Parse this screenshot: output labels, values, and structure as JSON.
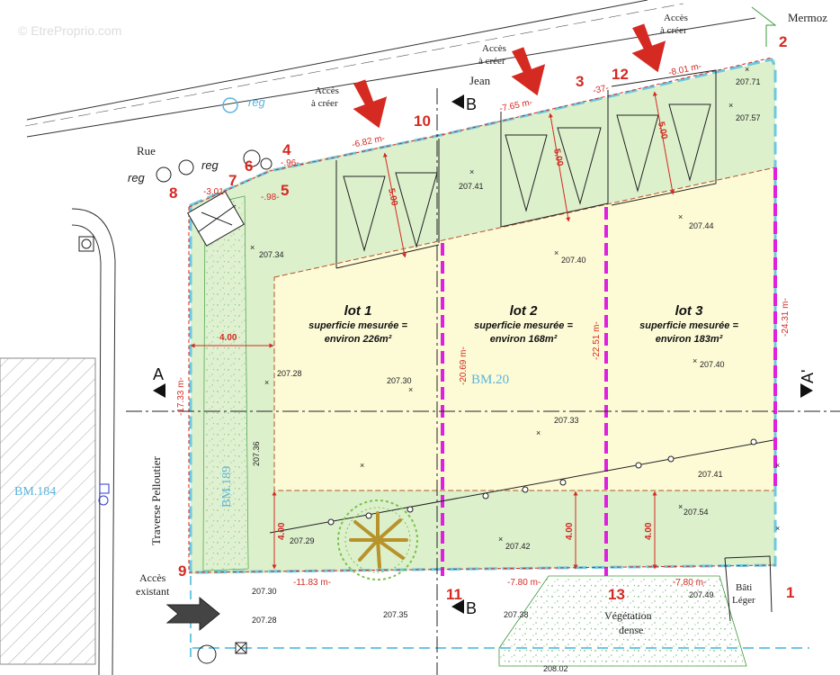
{
  "watermark": "© EtreProprio.com",
  "streets": {
    "rue": "Rue",
    "jean": "Jean",
    "mermoz": "Mermoz",
    "traverse": "Traverse Pelloutier"
  },
  "parcels": {
    "bm184": "BM.184",
    "bm189": "BM.189",
    "bm20": "BM.20"
  },
  "access_label": "Accès à créer",
  "access_lines": [
    "Accès",
    "à créer"
  ],
  "existing_access": [
    "Accès",
    "existant"
  ],
  "vegetation": [
    "Végétation",
    "dense"
  ],
  "bati": [
    "Bâti",
    "Léger"
  ],
  "reg": "reg",
  "section": {
    "A": "A",
    "A_prime": "A'",
    "B": "B"
  },
  "lots": [
    {
      "name": "lot 1",
      "line1": "superficie mesurée =",
      "line2": "environ 226m²"
    },
    {
      "name": "lot 2",
      "line1": "superficie mesurée =",
      "line2": "environ 168m²"
    },
    {
      "name": "lot 3",
      "line1": "superficie mesurée =",
      "line2": "environ 183m²"
    }
  ],
  "point_numbers": [
    "1",
    "2",
    "3",
    "4",
    "5",
    "6",
    "7",
    "8",
    "9",
    "10",
    "11",
    "12",
    "13"
  ],
  "dimensions": {
    "top_1": "-6.82 m-",
    "top_2": "-7.65 m-",
    "top_3": "-8.01 m-",
    "top_37": "-37-",
    "bot_1": "-11.83 m-",
    "bot_2": "-7.80 m-",
    "bot_3": "-7.80 m-",
    "left": "-17.33 m-",
    "side_1": "-20.69 m-",
    "side_2": "-22.51 m-",
    "side_3": "-24.31 m-",
    "d96": "-.96-",
    "d98": "-.98-",
    "d301": "-3.01-",
    "setback_4": "4.00",
    "setback_5": "5.00"
  },
  "elevations": [
    "207.71",
    "207.57",
    "207.41",
    "207.44",
    "207.40",
    "207.34",
    "207.28",
    "207.30",
    "207.36",
    "207.33",
    "207.40",
    "207.41",
    "207.54",
    "207.29",
    "207.42",
    "207.30",
    "207.28",
    "207.35",
    "207.38",
    "207.49",
    "208.02"
  ],
  "colors": {
    "red": "#d42a22",
    "green_fill": "#dcf0cc",
    "yellow_fill": "#fdfbd6",
    "cyan": "#6dc8e0",
    "magenta": "#e020e0",
    "blue_text": "#5ab4dc"
  }
}
